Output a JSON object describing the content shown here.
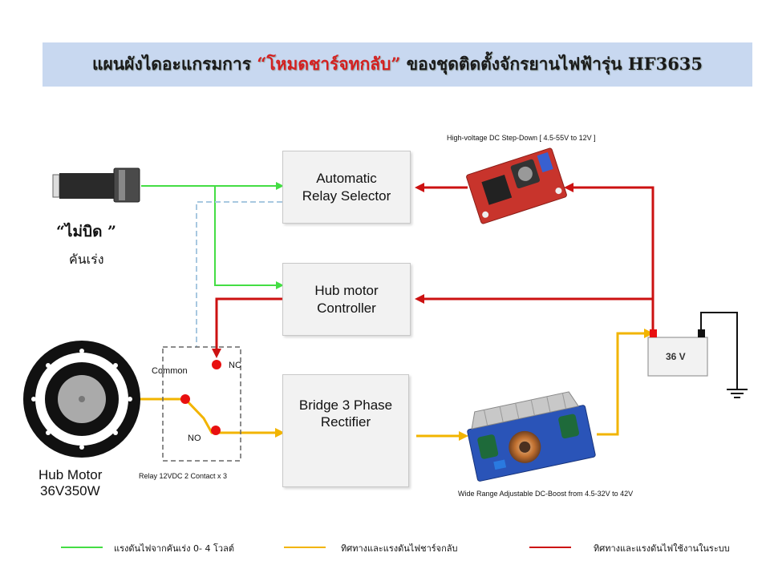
{
  "title": {
    "part1": "แผนผังไดอะแกรมการ ",
    "part_red": "“โหมดชาร์จทกลับ”",
    "part2": " ของชุดติดตั้งจักรยานไฟฟ้ารุ่น HF3635"
  },
  "throttle": {
    "label_line1": "“ไม่บิด ”",
    "label_line2": "คันเร่ง"
  },
  "boxes": {
    "relay_selector": [
      "Automatic",
      "Relay Selector"
    ],
    "hub_controller": [
      "Hub motor",
      "Controller"
    ],
    "rectifier": [
      "Bridge 3 Phase",
      "Rectifier"
    ]
  },
  "step_down_label": "High-voltage DC Step-Down [ 4.5-55V to 12V ]",
  "boost_label": "Wide Range Adjustable DC-Boost from 4.5-32V to 42V",
  "battery_label": "36 V",
  "relay": {
    "common": "Common",
    "nc": "NC",
    "no": "NO",
    "caption": "Relay 12VDC  2  Contact  x  3"
  },
  "hub_motor": {
    "line1": "Hub Motor",
    "line2": "36V350W"
  },
  "legend": [
    {
      "color": "#44dd44",
      "text": "แรงดันไฟจากคันเร่ง 0- 4 โวลต์"
    },
    {
      "color": "#f2b400",
      "text": "ทิศทางและแรงดันไฟชาร์จกลับ"
    },
    {
      "color": "#cc1111",
      "text": "ทิศทางและแรงดันไฟใช้งานในระบบ"
    }
  ],
  "colors": {
    "green": "#44dd44",
    "orange": "#f2b400",
    "red": "#cc1111",
    "dashed": "#a8c8e0"
  }
}
